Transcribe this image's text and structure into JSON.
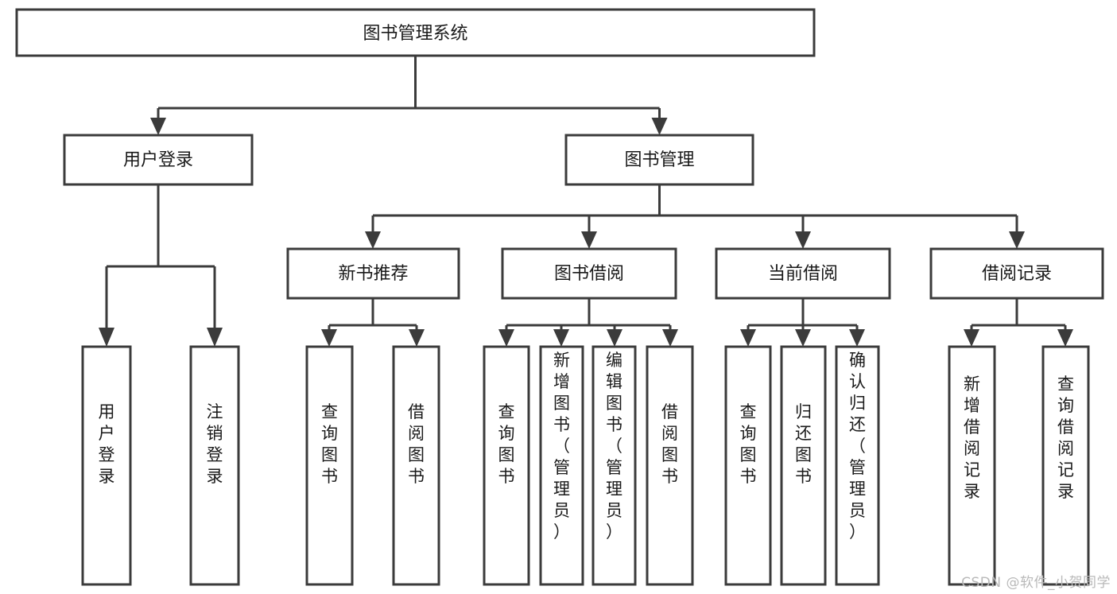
{
  "diagram": {
    "type": "hierarchy-tree",
    "title": "图书管理系统",
    "watermark": "CSDN @软件_小贺同学",
    "colors": {
      "stroke": "#3b3b3b",
      "fill": "#ffffff",
      "text": "#1a1a1a",
      "watermark": "#b9b9b9"
    },
    "levels": {
      "root": {
        "label": "图书管理系统"
      },
      "level2": [
        {
          "id": "user-login",
          "label": "用户登录"
        },
        {
          "id": "book-management",
          "label": "图书管理"
        }
      ],
      "level3": [
        {
          "id": "new-book-recommend",
          "label": "新书推荐",
          "parent": "book-management"
        },
        {
          "id": "book-borrow",
          "label": "图书借阅",
          "parent": "book-management"
        },
        {
          "id": "current-borrow",
          "label": "当前借阅",
          "parent": "book-management"
        },
        {
          "id": "borrow-record",
          "label": "借阅记录",
          "parent": "book-management"
        }
      ],
      "leaves": [
        {
          "id": "leaf-user-login",
          "label": "用户登录",
          "parent": "user-login"
        },
        {
          "id": "leaf-logout",
          "label": "注销登录",
          "parent": "user-login"
        },
        {
          "id": "leaf-query-book-1",
          "label": "查询图书",
          "parent": "new-book-recommend"
        },
        {
          "id": "leaf-borrow-book-1",
          "label": "借阅图书",
          "parent": "new-book-recommend"
        },
        {
          "id": "leaf-query-book-2",
          "label": "查询图书",
          "parent": "book-borrow"
        },
        {
          "id": "leaf-add-book",
          "label": "新增图书（管理员）",
          "parent": "book-borrow"
        },
        {
          "id": "leaf-edit-book",
          "label": "编辑图书（管理员）",
          "parent": "book-borrow"
        },
        {
          "id": "leaf-borrow-book-2",
          "label": "借阅图书",
          "parent": "book-borrow"
        },
        {
          "id": "leaf-query-book-3",
          "label": "查询图书",
          "parent": "current-borrow"
        },
        {
          "id": "leaf-return-book",
          "label": "归还图书",
          "parent": "current-borrow"
        },
        {
          "id": "leaf-confirm-return",
          "label": "确认归还（管理员）",
          "parent": "current-borrow"
        },
        {
          "id": "leaf-add-record",
          "label": "新增借阅记录",
          "parent": "borrow-record"
        },
        {
          "id": "leaf-query-record",
          "label": "查询借阅记录",
          "parent": "borrow-record"
        }
      ]
    }
  }
}
